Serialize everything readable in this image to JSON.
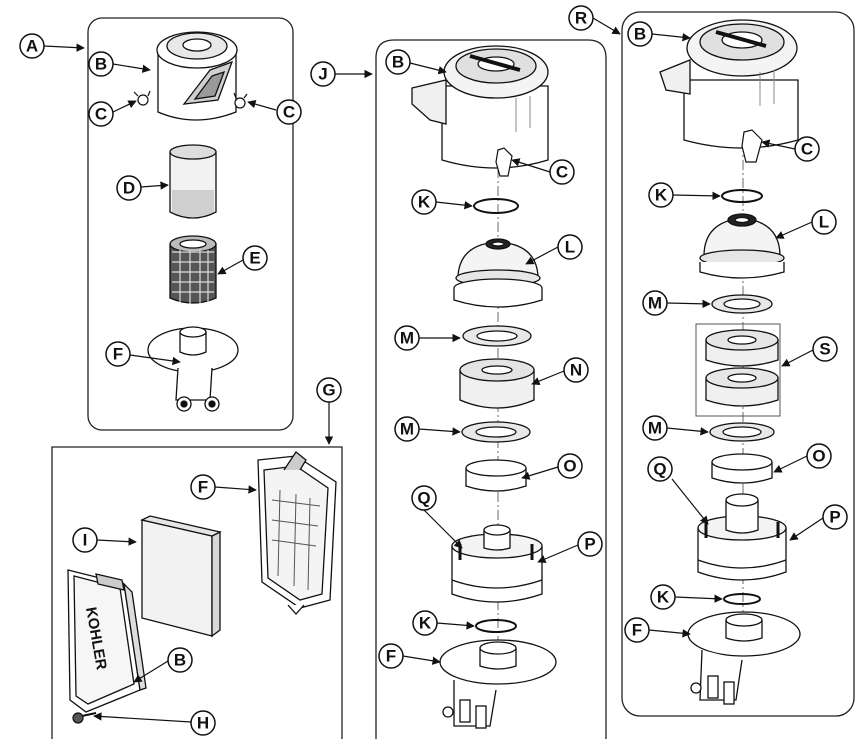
{
  "labels": {
    "A": "A",
    "B": "B",
    "C": "C",
    "D": "D",
    "E": "E",
    "F": "F",
    "G": "G",
    "H": "H",
    "I": "I",
    "J": "J",
    "K": "K",
    "L": "L",
    "M": "M",
    "N": "N",
    "O": "O",
    "P": "P",
    "Q": "Q",
    "R": "R",
    "S": "S"
  },
  "brand_text": "KOHLER"
}
